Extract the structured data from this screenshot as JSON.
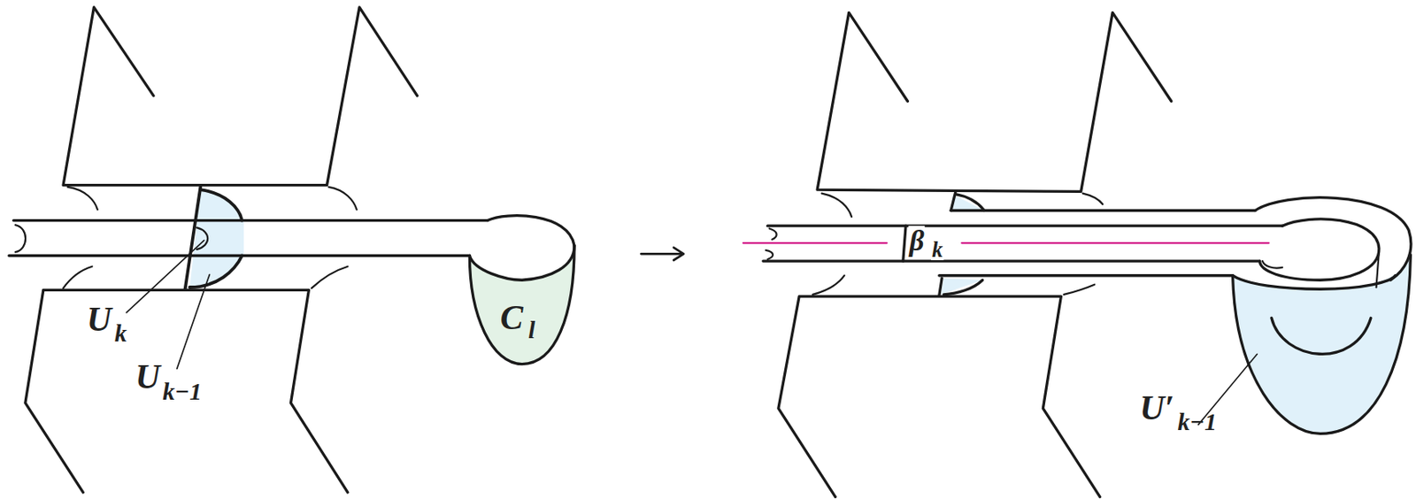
{
  "diagram": {
    "labels": [
      "U",
      "k",
      "U",
      "k−1",
      "C",
      "l",
      "β",
      "k",
      "U′",
      "k−1"
    ]
  }
}
